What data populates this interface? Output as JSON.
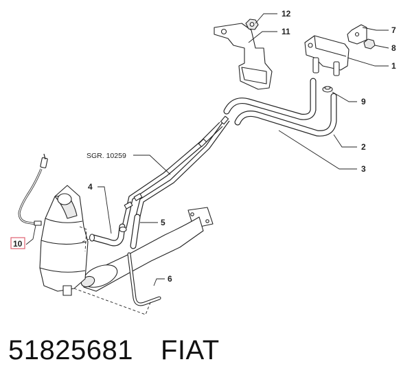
{
  "callouts": [
    "12",
    "11",
    "7",
    "8",
    "1",
    "9",
    "2",
    "3",
    "4",
    "5",
    "6",
    "10"
  ],
  "reference_label": "SGR. 10259",
  "caption": {
    "part_number": "51825681",
    "brand": "FIAT"
  },
  "colors": {
    "line": "#222222",
    "highlight_box": "#e06070",
    "background": "#ffffff"
  }
}
